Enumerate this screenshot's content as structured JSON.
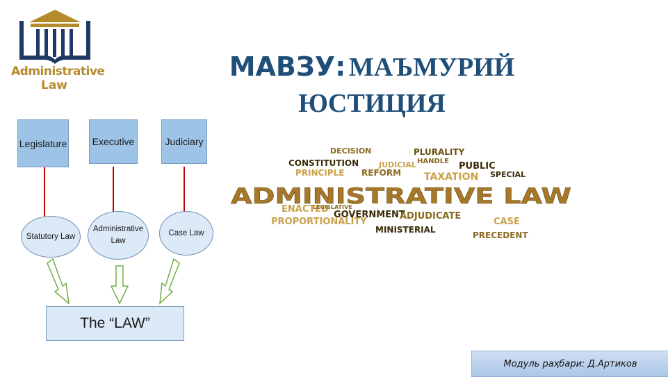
{
  "logo": {
    "line1": "Administrative",
    "line2": "Law"
  },
  "title": {
    "part1": "МАВЗУ:",
    "part2": "МАЪМУРИЙ",
    "part3": "ЮСТИЦИЯ"
  },
  "diagram": {
    "branches": [
      "Legislature",
      "Executive",
      "Judiciary"
    ],
    "sources": [
      "Statutory Law",
      "Administrative Law",
      "Case Law"
    ],
    "result": "The “LAW”"
  },
  "wordcloud": {
    "main": "ADMINISTRATIVE LAW",
    "words": [
      "DECISION",
      "PLURALITY",
      "CONSTITUTION",
      "HANDLE",
      "JUDICIAL",
      "PUBLIC",
      "PRINCIPLE",
      "REFORM",
      "TAXATION",
      "SPECIAL",
      "ENACTED",
      "GOVERNMENT",
      "PROPORTIONALITY",
      "ADJUDICATE",
      "MINISTERIAL",
      "LEGISLATIVE",
      "PRECEDENT",
      "CASE"
    ]
  },
  "footer": {
    "text": "Модуль раҳбари:  Д.Артиков"
  },
  "colors": {
    "title": "#1f4e79",
    "logo_gold": "#b58a2b",
    "logo_navy": "#1f3864",
    "box_fill": "#9dc3e6",
    "ellipse_fill": "#dce9f7",
    "connector": "#c00000",
    "arrow": "#70ad47"
  }
}
